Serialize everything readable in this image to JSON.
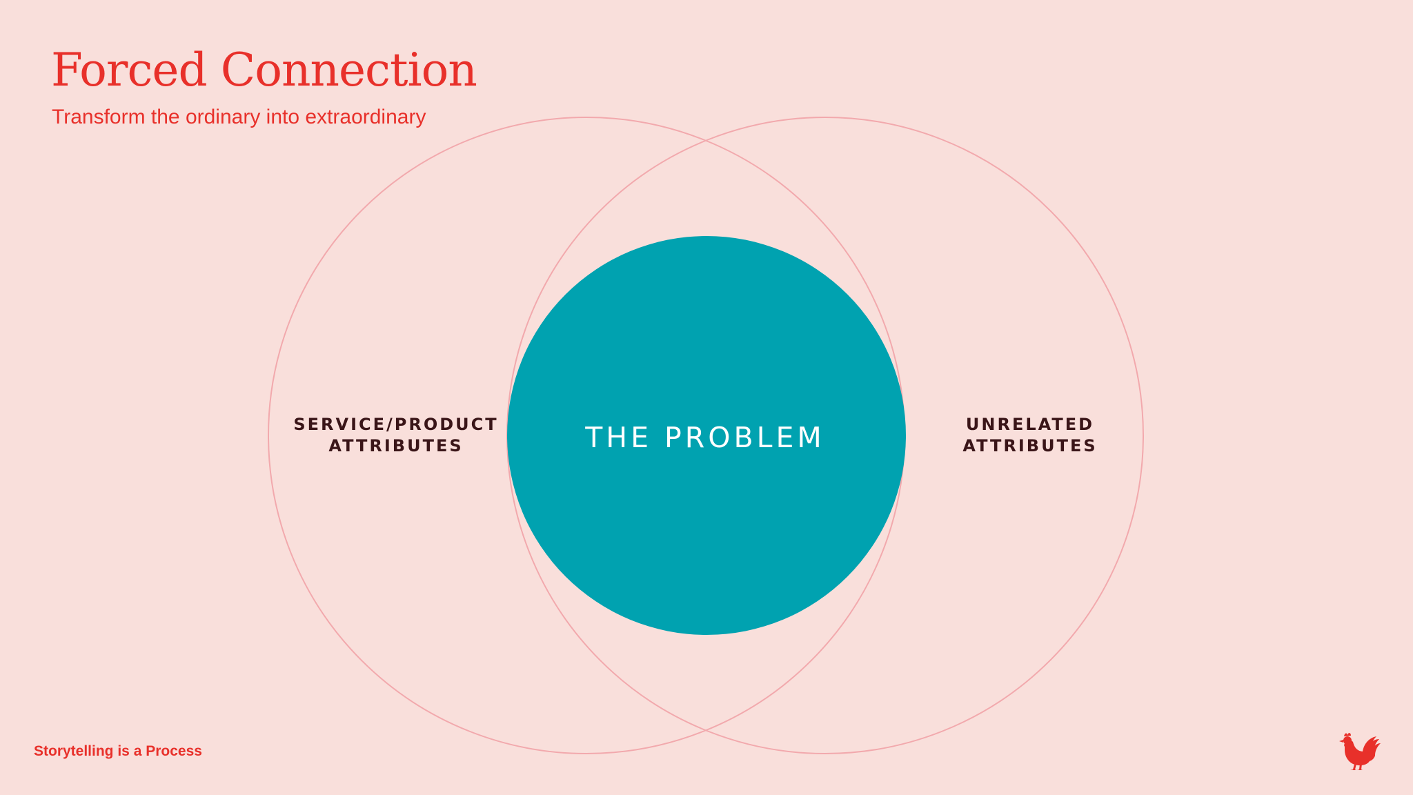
{
  "slide": {
    "title": "Forced Connection",
    "subtitle": "Transform the ordinary into extraordinary",
    "footer": "Storytelling is a Process",
    "logo_icon": "rooster-icon"
  },
  "diagram": {
    "left_label": "SERVICE/PRODUCT\nATTRIBUTES",
    "center_label": "THE PROBLEM",
    "right_label": "UNRELATED\nATTRIBUTES"
  },
  "colors": {
    "background": "#f9dfdb",
    "accent": "#e8302a",
    "ring": "#f2a9ad",
    "core": "#00a2b0",
    "label_text": "#3a1518"
  }
}
